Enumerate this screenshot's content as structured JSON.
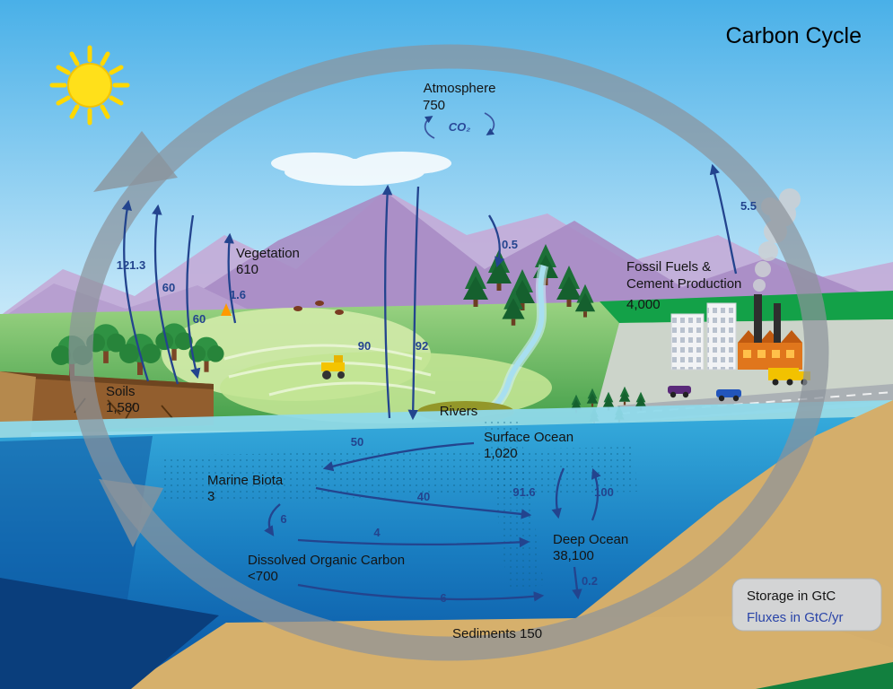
{
  "title": "Carbon Cycle",
  "legend": {
    "storage_label": "Storage in GtC",
    "flux_label": "Fluxes in GtC/yr"
  },
  "atmosphere": {
    "label": "Atmosphere",
    "value": "750",
    "co2": "CO₂"
  },
  "reservoirs": {
    "vegetation": {
      "label": "Vegetation",
      "value": "610"
    },
    "soils": {
      "label": "Soils",
      "value": "1,580"
    },
    "fossil_fuels": {
      "line1": "Fossil Fuels &",
      "line2": "Cement Production",
      "value": "4,000"
    },
    "rivers": {
      "label": "Rivers"
    },
    "surface_ocean": {
      "label": "Surface Ocean",
      "value": "1,020"
    },
    "marine_biota": {
      "label": "Marine Biota",
      "value": "3"
    },
    "dissolved_organic_carbon": {
      "label": "Dissolved Organic Carbon",
      "value": "<700"
    },
    "deep_ocean": {
      "label": "Deep Ocean",
      "value": "38,100"
    },
    "sediments": {
      "label": "Sediments 150"
    }
  },
  "fluxes": {
    "photosynthesis": "121.3",
    "plant_respiration": "60",
    "soil_respiration": "60",
    "land_use_change": "1.6",
    "ocean_to_atmosphere": "90",
    "atmosphere_to_ocean": "92",
    "vegetation_uptake": "0.5",
    "fossil_fuel_emissions": "5.5",
    "biota_uptake": "50",
    "biota_to_deep": "40",
    "surface_to_deep": "91.6",
    "deep_to_surface": "100",
    "biota_to_doc": "6",
    "doc_to_deep": "4",
    "doc_deep_flux": "6",
    "sedimentation": "0.2"
  },
  "colors": {
    "flux_text": "#23448e",
    "storage_text": "#141414",
    "cycle_arrow": "#8b939b"
  },
  "icons": [
    "sun-icon",
    "cloud-icon",
    "tree-icon",
    "conifer-icon",
    "factory-icon",
    "smokestack-icon",
    "smoke-icon",
    "car-icon",
    "truck-icon",
    "tractor-icon",
    "flame-icon",
    "cow-icon",
    "cycle-arrow-icon",
    "co2-exchange-icon"
  ]
}
